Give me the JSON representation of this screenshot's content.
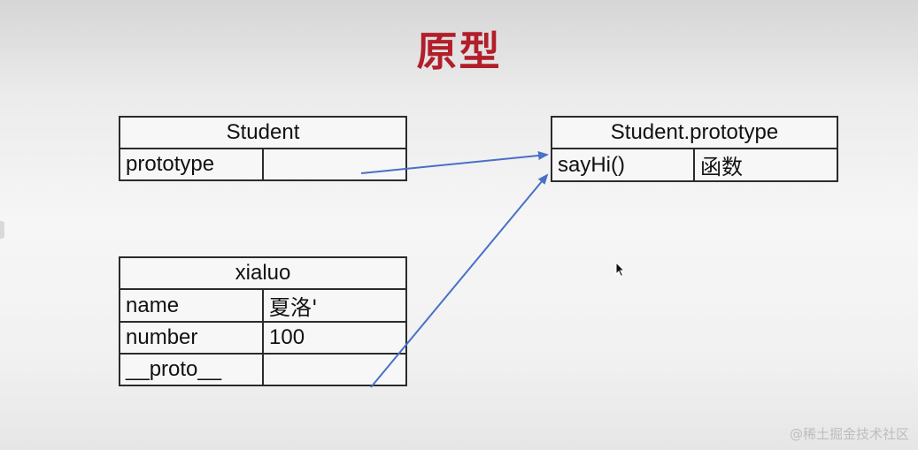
{
  "title": "原型",
  "boxes": {
    "student": {
      "header": "Student",
      "rows": [
        {
          "key": "prototype",
          "value": ""
        }
      ]
    },
    "student_prototype": {
      "header": "Student.prototype",
      "rows": [
        {
          "key": "sayHi()",
          "value": "函数"
        }
      ]
    },
    "xialuo": {
      "header": "xialuo",
      "rows": [
        {
          "key": "name",
          "value": "夏洛'"
        },
        {
          "key": "number",
          "value": "100"
        },
        {
          "key": "__proto__",
          "value": ""
        }
      ]
    }
  },
  "colors": {
    "title": "#b21e2a",
    "arrow": "#4a6fc8",
    "border": "#2b2b2b"
  },
  "watermark": "@稀土掘金技术社区"
}
